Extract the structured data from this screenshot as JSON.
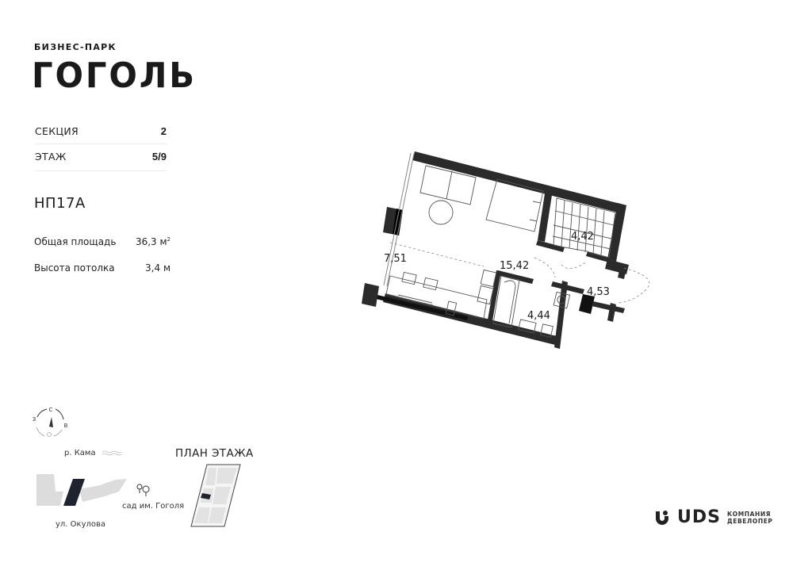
{
  "brand": {
    "subtitle": "БИЗНЕС-ПАРК",
    "title": "ГОГОЛЬ"
  },
  "info": {
    "section_label": "СЕКЦИЯ",
    "section_value": "2",
    "floor_label": "ЭТАЖ",
    "floor_value": "5/9"
  },
  "unit": {
    "code": "НП17А",
    "total_area_label": "Общая площадь",
    "total_area_value": "36,3 м",
    "total_area_unit_sup": "2",
    "ceiling_label": "Высота потолка",
    "ceiling_value": "3,4 м"
  },
  "plan": {
    "rooms": [
      {
        "id": "kitchen",
        "area": "7,51"
      },
      {
        "id": "living",
        "area": "15,42"
      },
      {
        "id": "wardrobe",
        "area": "4,42"
      },
      {
        "id": "hall",
        "area": "4,53"
      },
      {
        "id": "bathroom",
        "area": "4,44"
      }
    ],
    "wall_color": "#2b2b2b",
    "line_color": "#555555"
  },
  "location": {
    "compass": {
      "north": "С",
      "west": "З",
      "east": "В"
    },
    "river": "р. Кама",
    "street": "ул. Окулова",
    "park": "сад им. Гоголя",
    "map_building_color": "#1f2330",
    "map_block_color": "#dcdcdc"
  },
  "floor_plan_mini": {
    "title": "ПЛАН ЭТАЖА"
  },
  "developer": {
    "name": "UDS",
    "line1": "КОМПАНИЯ",
    "line2": "ДЕВЕЛОПЕР"
  }
}
